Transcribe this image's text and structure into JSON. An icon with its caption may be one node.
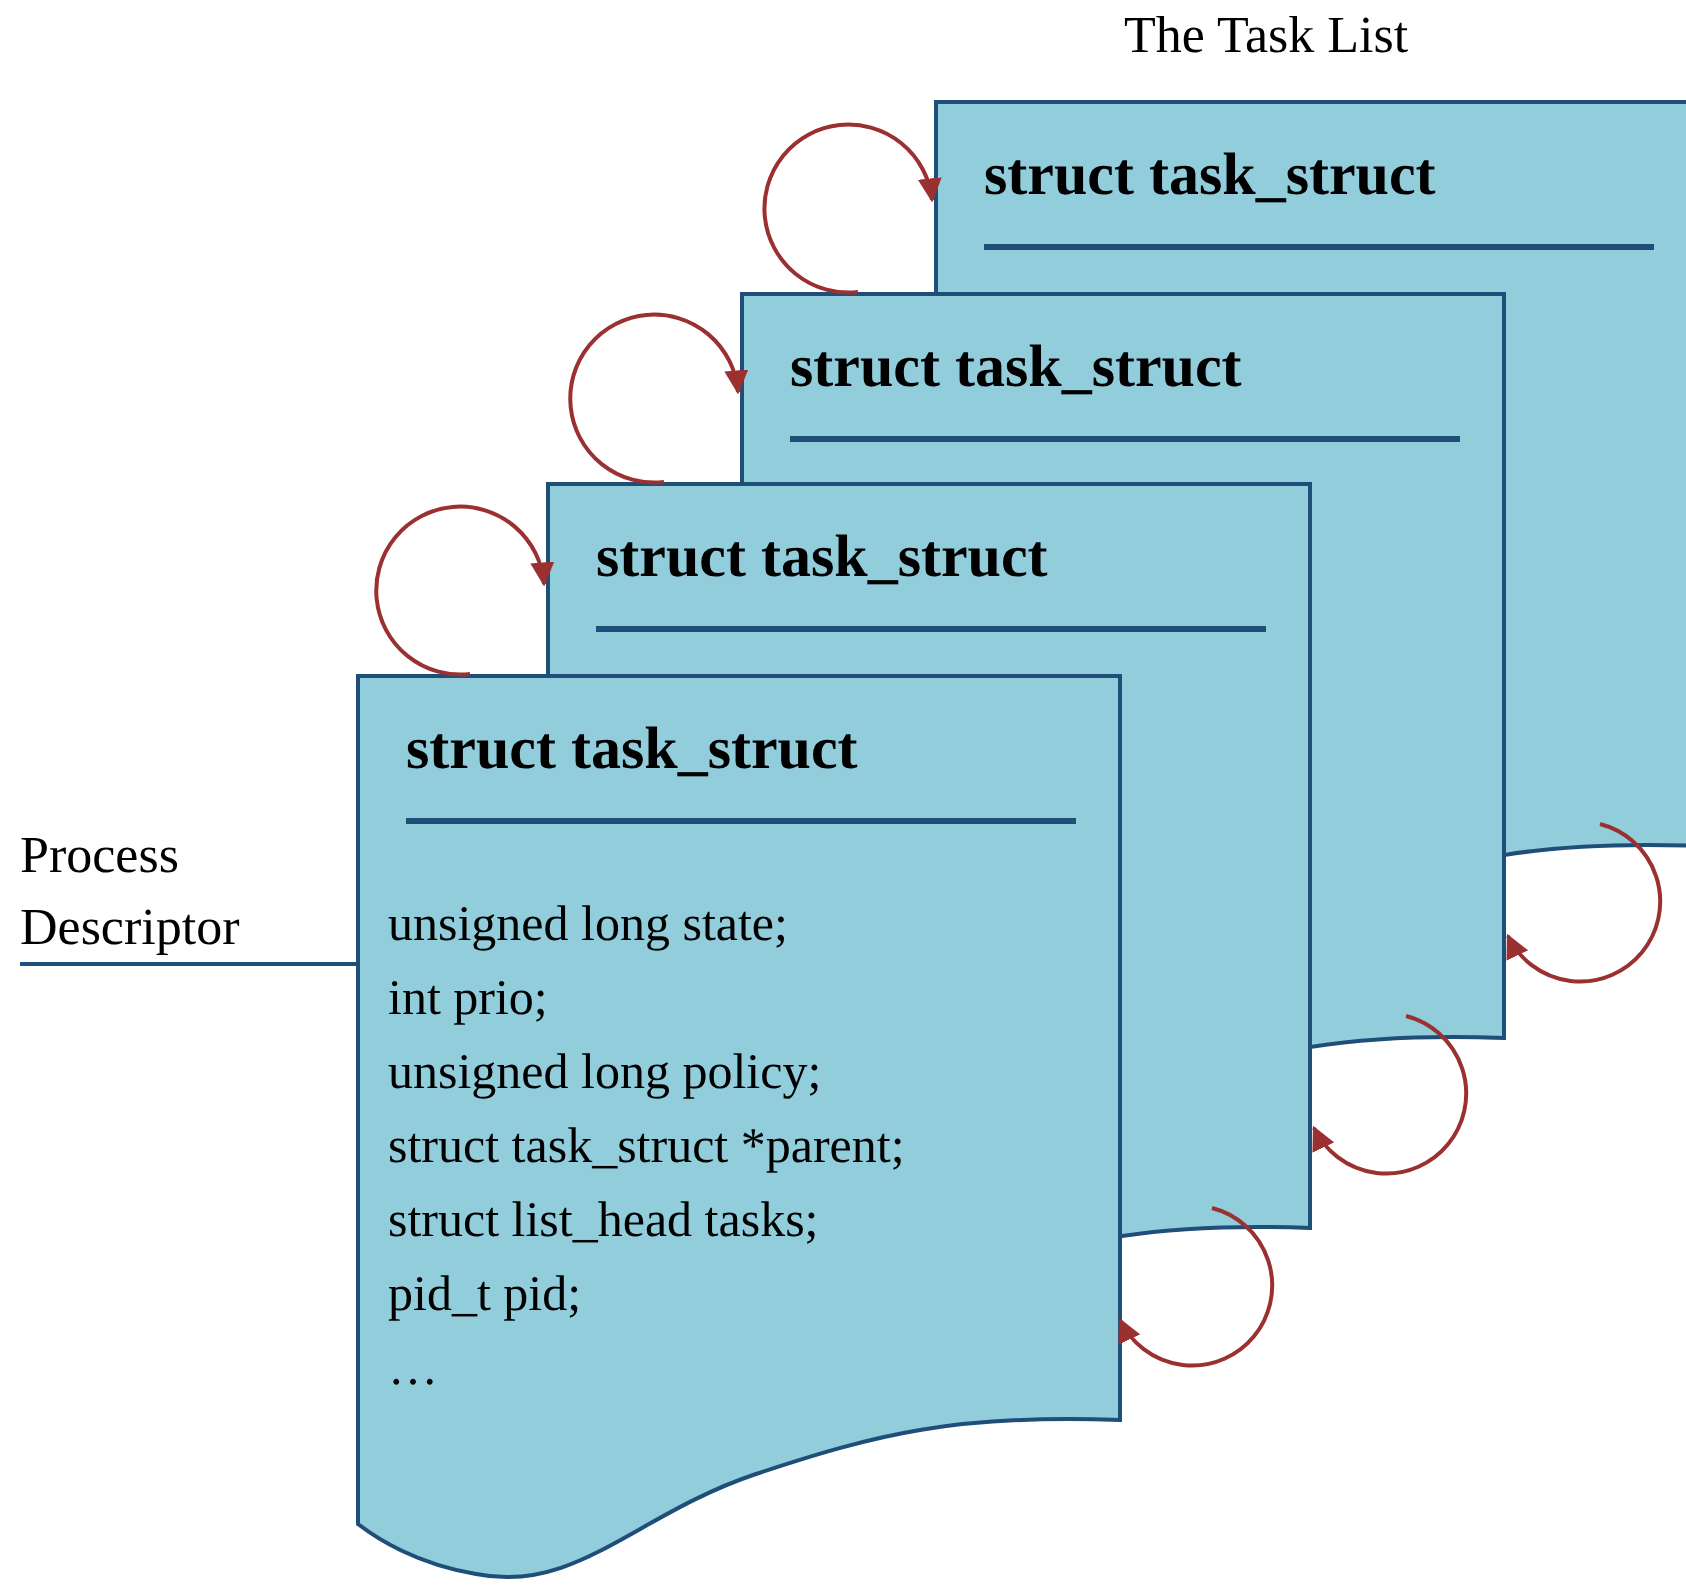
{
  "diagram": {
    "title": "The Task List",
    "nodes": [
      {
        "text": [
          "struct task_struct"
        ]
      },
      {
        "text": [
          "struct task_struct"
        ]
      },
      {
        "text": [
          "struct task_struct"
        ]
      },
      {
        "text": [
          "struct task_struct",
          "unsigned long state;",
          "int prio;",
          "unsigned long policy;",
          "struct task_struct *parent;",
          "struct list_head tasks;",
          "pid_t pid;",
          "…"
        ]
      },
      {
        "text": [
          "Process Descriptor"
        ]
      }
    ],
    "edges": [
      {
        "from": 3,
        "to": 2,
        "arrow": "to"
      },
      {
        "from": 2,
        "to": 1,
        "arrow": "to"
      },
      {
        "from": 1,
        "to": 0,
        "arrow": "to"
      },
      {
        "from": 0,
        "to": 1,
        "arrow": "to"
      },
      {
        "from": 1,
        "to": 2,
        "arrow": "to"
      },
      {
        "from": 2,
        "to": 3,
        "arrow": "to"
      },
      {
        "from": 4,
        "to": 3,
        "arrow": "none",
        "color": "#1f4e79"
      }
    ]
  }
}
